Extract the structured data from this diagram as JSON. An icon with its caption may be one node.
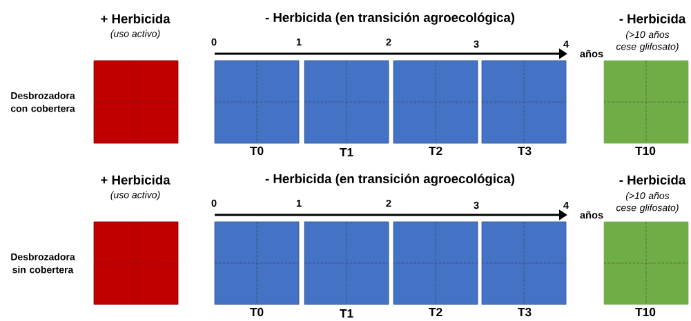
{
  "diagram": {
    "nodes": [
      {
        "text": [],
        "shape": "box"
      },
      {
        "text": [],
        "shape": "box",
        "beside": [
          "T0"
        ]
      },
      {
        "text": [],
        "shape": "box",
        "beside": [
          "T1"
        ]
      },
      {
        "text": [],
        "shape": "box",
        "beside": [
          "T2"
        ]
      },
      {
        "text": [],
        "shape": "box",
        "beside": [
          "T3"
        ]
      },
      {
        "text": [],
        "shape": "box",
        "beside": [
          "T10"
        ]
      },
      {
        "text": [],
        "shape": "box"
      },
      {
        "text": [],
        "shape": "box",
        "beside": [
          "T0"
        ]
      },
      {
        "text": [],
        "shape": "box",
        "beside": [
          "T1"
        ]
      },
      {
        "text": [],
        "shape": "box",
        "beside": [
          "T2"
        ]
      },
      {
        "text": [],
        "shape": "box",
        "beside": [
          "T3"
        ]
      },
      {
        "text": [],
        "shape": "box",
        "beside": [
          "T10"
        ]
      }
    ],
    "labels": [
      "+ Herbicida",
      "- Herbicida (en transición agroecológica)",
      "- Herbicida",
      "(uso activo)",
      "0",
      "1",
      "2",
      "3",
      "4",
      "(>10 años cese glifosato)",
      "años",
      "Desbrozadora con cobertera",
      "+ Herbicida",
      "- Herbicida (en transición agroecológica)",
      "- Herbicida",
      "(uso activo)",
      "0",
      "1",
      "2",
      "3",
      "4",
      "(>10 años cese glifosato)",
      "años",
      "Desbrozadora sin cobertera"
    ]
  }
}
